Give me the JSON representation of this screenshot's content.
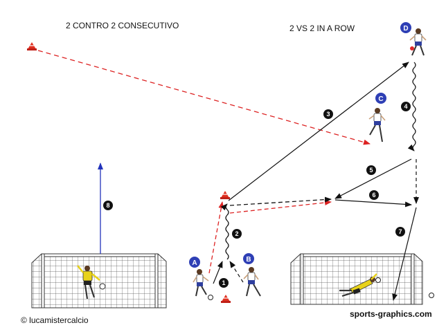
{
  "titles": {
    "italian": "2 CONTRO 2 CONSECUTIVO",
    "english": "2 VS 2 IN A ROW"
  },
  "player_labels": [
    "A",
    "B",
    "C",
    "D"
  ],
  "step_numbers": [
    "1",
    "2",
    "3",
    "4",
    "5",
    "6",
    "7",
    "8"
  ],
  "credit": "© lucamistercalcio",
  "website": "sports-graphics.com",
  "colors": {
    "pass_solid": "#111111",
    "pass_dashed_black": "#111111",
    "run_dashed_red": "#dd2222",
    "long_ball": "#2233bb",
    "player_badge": "#2e3fb5",
    "cone": "#e03020",
    "keeper_shirt": "#e8d21a",
    "net": "#444444"
  },
  "icons": {
    "cone": "cone-icon",
    "ball": "ball-icon",
    "goal": "goal-net-icon",
    "player": "player-figure-icon",
    "goalkeeper": "goalkeeper-figure-icon"
  }
}
